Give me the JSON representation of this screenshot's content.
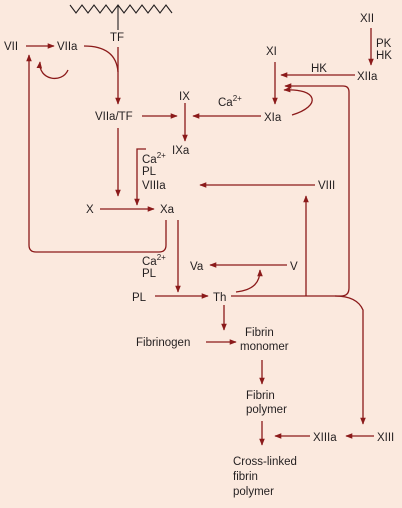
{
  "colors": {
    "background": "#fbe9de",
    "arrow": "#8b1a1a",
    "text": "#231f20"
  },
  "nodes": {
    "tf": "TF",
    "vii": "VII",
    "viia": "VIIa",
    "viia_tf": "VIIa/TF",
    "ix": "IX",
    "ca1": "Ca",
    "ca1_sup": "2+",
    "xi": "XI",
    "xia": "XIa",
    "xii": "XII",
    "xiia": "XIIa",
    "pk": "PK",
    "hk_top": "HK",
    "hk_mid": "HK",
    "ixa": "IXa",
    "ca2": "Ca",
    "ca2_sup": "2+",
    "pl1": "PL",
    "viiia": "VIIIa",
    "viii": "VIII",
    "x": "X",
    "xa": "Xa",
    "ca3": "Ca",
    "ca3_sup": "2+",
    "pl2": "PL",
    "va": "Va",
    "v": "V",
    "pl3": "PL",
    "th": "Th",
    "fibrinogen": "Fibrinogen",
    "fibrin_monomer_1": "Fibrin",
    "fibrin_monomer_2": "monomer",
    "fibrin_polymer_1": "Fibrin",
    "fibrin_polymer_2": "polymer",
    "xiiia": "XIIIa",
    "xiii": "XIII",
    "crosslinked_1": "Cross-linked",
    "crosslinked_2": "fibrin",
    "crosslinked_3": "polymer"
  }
}
